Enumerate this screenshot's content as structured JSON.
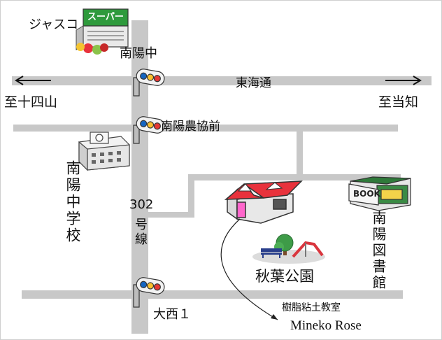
{
  "labels": {
    "supermarket_name": "ジャスコ",
    "supermarket_sign": "スーパー",
    "signal_nanyo_naka": "南陽中",
    "road_east_west": "東海通",
    "direction_west": "至十四山",
    "direction_east": "至当知",
    "signal_nanyo_nokyo": "南陽農協前",
    "school": "南陽中学校",
    "route_number": "302",
    "route_suffix": "号線",
    "park": "秋葉公園",
    "book_sign": "BOOK",
    "library": "南陽図書館",
    "signal_onishi": "大西１",
    "classroom_type": "樹脂粘土教室",
    "classroom_name": "Mineko Rose"
  },
  "colors": {
    "road": "#c8c8c8",
    "house_roof": "#e8323c",
    "house_door": "#ff66cc",
    "store_sign": "#2e9a3c",
    "library_roof": "#2f7a3a",
    "tree": "#3e9b48",
    "slide": "#d9363e",
    "bench": "#2a3f8c"
  },
  "icons": [
    "arrow-left-icon",
    "arrow-right-icon",
    "traffic-signal-icon",
    "supermarket-icon",
    "school-building-icon",
    "house-icon",
    "park-icon",
    "library-icon"
  ]
}
